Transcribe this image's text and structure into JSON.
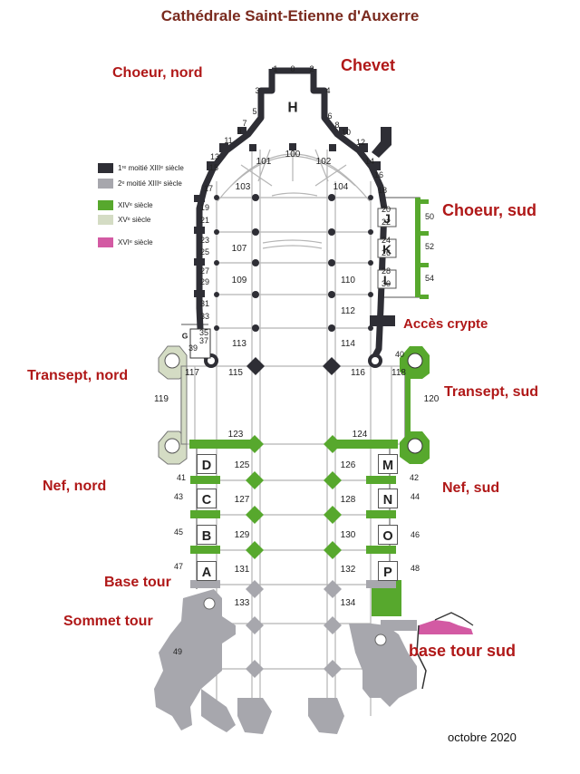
{
  "title": "Cathédrale Saint-Etienne d'Auxerre",
  "zones": {
    "choeur_nord": "Choeur, nord",
    "chevet": "Chevet",
    "choeur_sud": "Choeur, sud",
    "acces_crypte": "Accès crypte",
    "transept_nord": "Transept, nord",
    "transept_sud": "Transept, sud",
    "nef_nord": "Nef, nord",
    "nef_sud": "Nef, sud",
    "base_tour": "Base tour",
    "sommet_tour": "Sommet tour",
    "base_tour_sud": "base tour sud"
  },
  "legend": [
    {
      "label": "1ʳᵉ moitié XIIIᵉ siècle",
      "color": "#2e2e35"
    },
    {
      "label": "2ᵉ moitié XIIIᵉ siècle",
      "color": "#a7a7ad"
    },
    {
      "label": "XIVᵉ siècle",
      "color": "#57a82d"
    },
    {
      "label": "XVᵉ siècle",
      "color": "#d4dcc4"
    },
    {
      "label": "XVIᵉ siècle",
      "color": "#d35aa3"
    }
  ],
  "date": "octobre 2020",
  "chapel_letters": [
    {
      "text": "H"
    },
    {
      "text": "J"
    },
    {
      "text": "K"
    },
    {
      "text": "L"
    },
    {
      "text": "D"
    },
    {
      "text": "C"
    },
    {
      "text": "B"
    },
    {
      "text": "A"
    },
    {
      "text": "M"
    },
    {
      "text": "N"
    },
    {
      "text": "O"
    },
    {
      "text": "P"
    },
    {
      "text": "G"
    }
  ],
  "numbers": [
    {
      "text": "1"
    },
    {
      "text": "0"
    },
    {
      "text": "2"
    },
    {
      "text": "3"
    },
    {
      "text": "4"
    },
    {
      "text": "5"
    },
    {
      "text": "6"
    },
    {
      "text": "7"
    },
    {
      "text": "8"
    },
    {
      "text": "9"
    },
    {
      "text": "10"
    },
    {
      "text": "11"
    },
    {
      "text": "12"
    },
    {
      "text": "13"
    },
    {
      "text": "14"
    },
    {
      "text": "15"
    },
    {
      "text": "16"
    },
    {
      "text": "17"
    },
    {
      "text": "18"
    },
    {
      "text": "19"
    },
    {
      "text": "20"
    },
    {
      "text": "21"
    },
    {
      "text": "22"
    },
    {
      "text": "23"
    },
    {
      "text": "24"
    },
    {
      "text": "25"
    },
    {
      "text": "26"
    },
    {
      "text": "27"
    },
    {
      "text": "28"
    },
    {
      "text": "29"
    },
    {
      "text": "30"
    },
    {
      "text": "31"
    },
    {
      "text": "33"
    },
    {
      "text": "35"
    },
    {
      "text": "37"
    },
    {
      "text": "39"
    },
    {
      "text": "40"
    },
    {
      "text": "41"
    },
    {
      "text": "42"
    },
    {
      "text": "43"
    },
    {
      "text": "44"
    },
    {
      "text": "45"
    },
    {
      "text": "46"
    },
    {
      "text": "47"
    },
    {
      "text": "48"
    },
    {
      "text": "49"
    },
    {
      "text": "50"
    },
    {
      "text": "52"
    },
    {
      "text": "54"
    },
    {
      "text": "100"
    },
    {
      "text": "101"
    },
    {
      "text": "102"
    },
    {
      "text": "103"
    },
    {
      "text": "104"
    },
    {
      "text": "107"
    },
    {
      "text": "109"
    },
    {
      "text": "110"
    },
    {
      "text": "112"
    },
    {
      "text": "113"
    },
    {
      "text": "114"
    },
    {
      "text": "115"
    },
    {
      "text": "116"
    },
    {
      "text": "117"
    },
    {
      "text": "118"
    },
    {
      "text": "119"
    },
    {
      "text": "120"
    },
    {
      "text": "123"
    },
    {
      "text": "124"
    },
    {
      "text": "125"
    },
    {
      "text": "126"
    },
    {
      "text": "127"
    },
    {
      "text": "128"
    },
    {
      "text": "129"
    },
    {
      "text": "130"
    },
    {
      "text": "131"
    },
    {
      "text": "132"
    },
    {
      "text": "133"
    },
    {
      "text": "134"
    }
  ]
}
